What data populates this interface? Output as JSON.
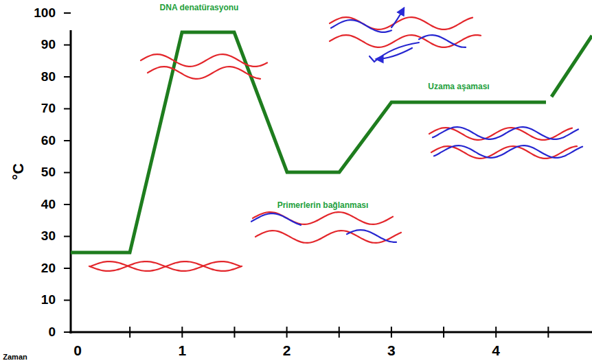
{
  "diagram": {
    "labels": [
      "DNA denatürasyonu",
      "Uzama aşaması",
      "Primerlerin bağlanması",
      "100",
      "90",
      "80",
      "70",
      "60",
      "50",
      "40",
      "30",
      "20",
      "10",
      "0",
      "°C",
      "Zaman",
      "0",
      "1",
      "2",
      "3",
      "4"
    ]
  }
}
